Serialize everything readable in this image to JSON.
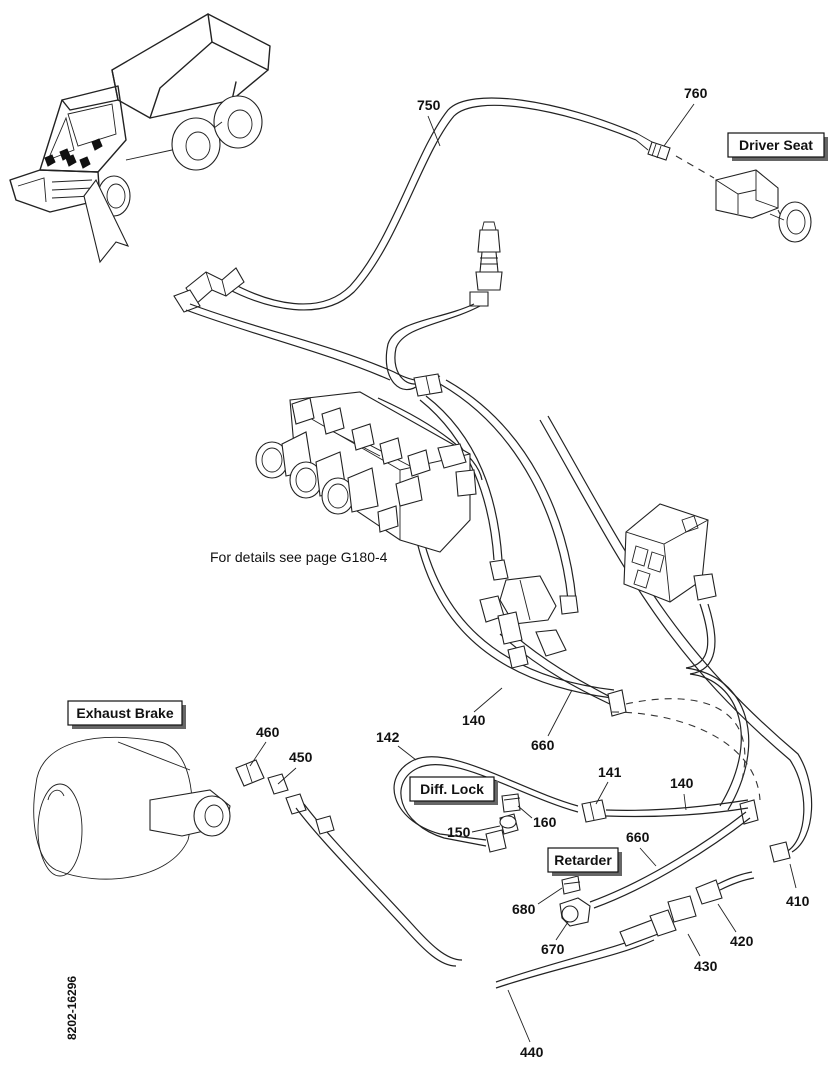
{
  "boxed_labels": {
    "driver_seat": "Driver Seat",
    "exhaust_brake": "Exhaust Brake",
    "diff_lock": "Diff. Lock",
    "retarder": "Retarder"
  },
  "note": "For details see page G180-4",
  "drawing_code": "8202-16296",
  "part_numbers": {
    "p750": "750",
    "p760": "760",
    "p460": "460",
    "p450": "450",
    "p142": "142",
    "p141": "141",
    "p140a": "140",
    "p140b": "140",
    "p660a": "660",
    "p660b": "660",
    "p150": "150",
    "p160": "160",
    "p680": "680",
    "p670": "670",
    "p410": "410",
    "p420": "420",
    "p430": "430",
    "p440": "440"
  }
}
